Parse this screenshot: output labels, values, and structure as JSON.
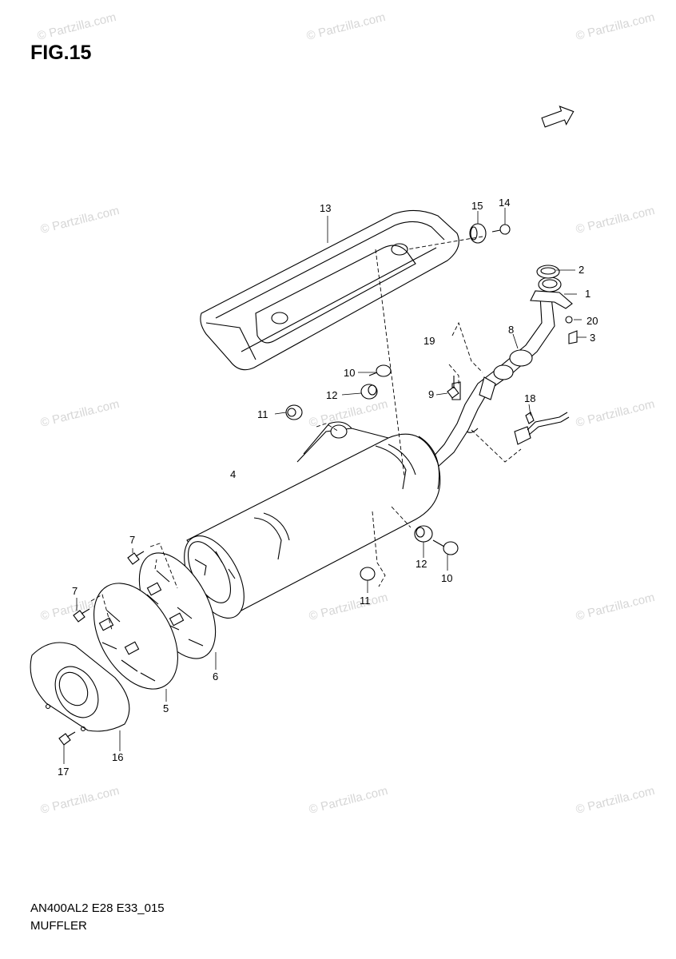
{
  "figure": {
    "title": "FIG.15",
    "code": "AN400AL2 E28 E33_015",
    "name": "MUFFLER"
  },
  "watermark": "© Partzilla.com",
  "fwd_label": "FWD",
  "callouts": {
    "c1": "1",
    "c2": "2",
    "c3": "3",
    "c4": "4",
    "c5": "5",
    "c6": "6",
    "c7a": "7",
    "c7b": "7",
    "c8": "8",
    "c9": "9",
    "c10a": "10",
    "c10b": "10",
    "c11a": "11",
    "c11b": "11",
    "c12a": "12",
    "c12b": "12",
    "c13": "13",
    "c14": "14",
    "c15": "15",
    "c16": "16",
    "c17": "17",
    "c18": "18",
    "c19": "19",
    "c20": "20"
  }
}
